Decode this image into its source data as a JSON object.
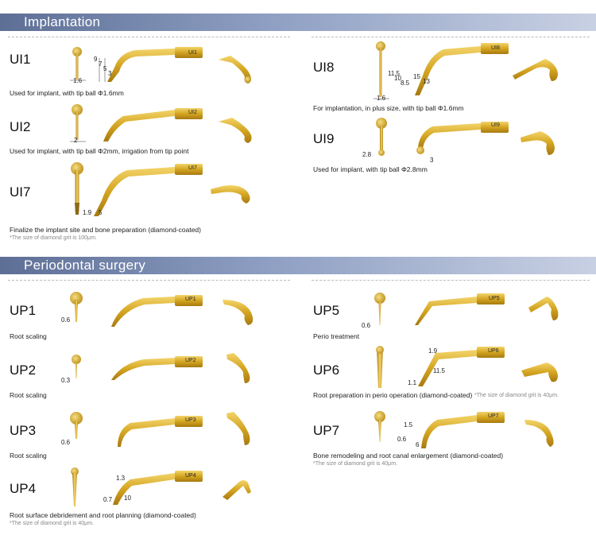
{
  "sections": {
    "implantation": "Implantation",
    "periodontal": "Periodontal surgery"
  },
  "colors": {
    "banner": "#6b7ca3",
    "gold": "#d4a521"
  },
  "items": {
    "ui1": {
      "code": "UI1",
      "desc": "Used for implant, with tip ball Φ1.6mm",
      "label": "UI1",
      "dims": [
        "1.6",
        "9",
        "7",
        "5",
        "3"
      ]
    },
    "ui2": {
      "code": "UI2",
      "desc": "Used for implant, with tip ball Φ2mm, irrigation from tip point",
      "label": "UI2",
      "dims": [
        "2"
      ]
    },
    "ui7": {
      "code": "UI7",
      "desc": "Finalize the implant site and bone preparation (diamond-coated)",
      "note": "*The size of diamond grit is 100μm.",
      "label": "UI7",
      "dims": [
        "1.9",
        "5"
      ]
    },
    "ui8": {
      "code": "UI8",
      "desc": "For implantation, in plus size, with tip ball Φ1.6mm",
      "label": "UI8",
      "dims": [
        "1.6",
        "11.5",
        "10",
        "8.5",
        "15",
        "13"
      ]
    },
    "ui9": {
      "code": "UI9",
      "desc": "Used for implant, with tip ball Φ2.8mm",
      "label": "UI9",
      "dims": [
        "2.8",
        "3"
      ]
    },
    "up1": {
      "code": "UP1",
      "desc": "Root scaling",
      "label": "UP1",
      "dims": [
        "0.6"
      ]
    },
    "up2": {
      "code": "UP2",
      "desc": "Root scaling",
      "label": "UP2",
      "dims": [
        "0.3"
      ]
    },
    "up3": {
      "code": "UP3",
      "desc": "Root scaling",
      "label": "UP3",
      "dims": [
        "0.6"
      ]
    },
    "up4": {
      "code": "UP4",
      "desc": "Root surface debridement and root planning (diamond-coated)",
      "note": "*The size of diamond grit is 40μm.",
      "label": "UP4",
      "dims": [
        "1.3",
        "0.7",
        "10"
      ]
    },
    "up5": {
      "code": "UP5",
      "desc": "Perio treatment",
      "label": "UP5",
      "dims": [
        "0.6"
      ]
    },
    "up6": {
      "code": "UP6",
      "desc": "Root preparation in perio operation (diamond-coated)",
      "note": "*The size of diamond grit is 40μm.",
      "label": "UP6",
      "dims": [
        "1.9",
        "1.1",
        "11.5"
      ]
    },
    "up7": {
      "code": "UP7",
      "desc": "Bone remodeling and root canal enlargement (diamond-coated)",
      "note": "*The size of diamond grit is 40μm.",
      "label": "UP7",
      "dims": [
        "1.5",
        "0.6",
        "6"
      ]
    }
  }
}
